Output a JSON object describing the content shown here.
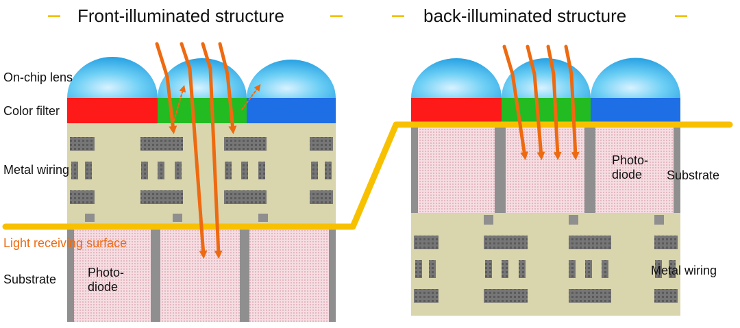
{
  "titles": {
    "front": "Front-illuminated structure",
    "back": "back-illuminated structure"
  },
  "front_labels": {
    "lens": "On-chip lens",
    "filter": "Color filter",
    "wiring": "Metal wiring",
    "surface": "Light receiving surface",
    "substrate": "Substrate",
    "photodiode_1": "Photo-",
    "photodiode_2": "diode"
  },
  "back_labels": {
    "photodiode_1": "Photo-",
    "photodiode_2": "diode",
    "substrate": "Substrate",
    "wiring": "Metal wiring"
  },
  "colors": {
    "lens": "#3ab4e8",
    "filter_red": "#ff1a1a",
    "filter_green": "#22bb22",
    "filter_blue": "#1e6ee6",
    "wiring_layer": "#d9d5ad",
    "metal": "#707070",
    "photodiode": "#f4d6dc",
    "pillar": "#8f8f8f",
    "surface_line": "#f7c100",
    "arrow": "#ee6a10"
  }
}
